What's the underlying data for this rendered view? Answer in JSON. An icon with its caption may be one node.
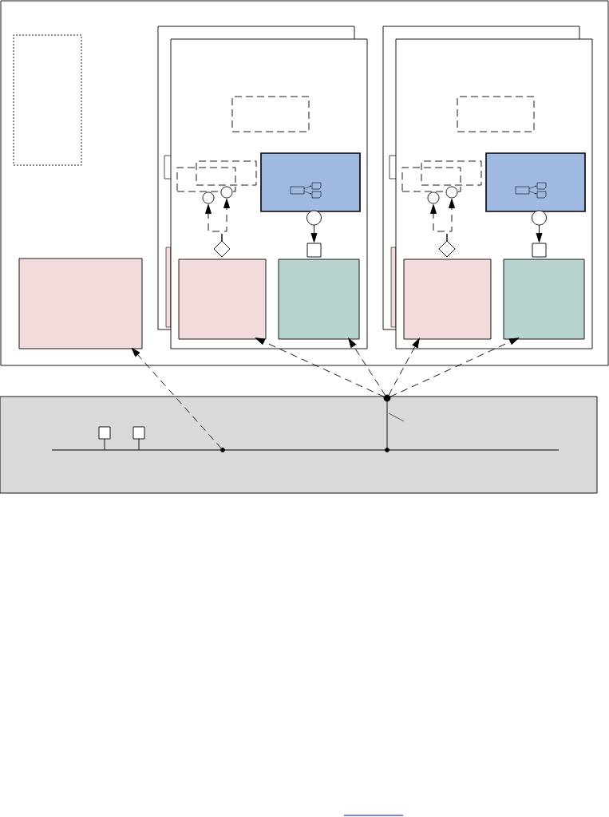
{
  "diagram": {
    "nodes": [
      {
        "text": [],
        "shape": "box"
      },
      {
        "text": [],
        "shape": "box",
        "in": 0
      },
      {
        "text": [],
        "shape": "box",
        "in": 0
      },
      {
        "text": [],
        "shape": "box",
        "in": 2
      },
      {
        "text": [],
        "shape": "box",
        "in": 2
      },
      {
        "text": [],
        "shape": "box",
        "in": 2
      },
      {
        "text": [],
        "shape": "circle",
        "in": 2
      },
      {
        "text": [],
        "shape": "circle",
        "in": 2
      },
      {
        "text": [],
        "shape": "box",
        "in": 2
      },
      {
        "text": [],
        "shape": "circle",
        "in": 2
      },
      {
        "text": [],
        "shape": "diamond",
        "in": 2
      },
      {
        "text": [],
        "shape": "box",
        "in": 2
      },
      {
        "text": [],
        "shape": "box",
        "in": 2
      },
      {
        "text": [],
        "shape": "box",
        "in": 2
      },
      {
        "text": [],
        "shape": "box",
        "in": 0
      },
      {
        "text": [],
        "shape": "box",
        "in": 14
      },
      {
        "text": [],
        "shape": "box",
        "in": 14
      },
      {
        "text": [],
        "shape": "box",
        "in": 14
      },
      {
        "text": [],
        "shape": "circle",
        "in": 14
      },
      {
        "text": [],
        "shape": "circle",
        "in": 14
      },
      {
        "text": [],
        "shape": "box",
        "in": 14
      },
      {
        "text": [],
        "shape": "circle",
        "in": 14
      },
      {
        "text": [],
        "shape": "diamond",
        "in": 14
      },
      {
        "text": [],
        "shape": "box",
        "in": 14
      },
      {
        "text": [],
        "shape": "box",
        "in": 14
      },
      {
        "text": [],
        "shape": "box",
        "in": 14
      },
      {
        "text": [],
        "shape": "box",
        "in": 0
      },
      {
        "text": [],
        "shape": "box"
      },
      {
        "text": [],
        "shape": "box",
        "in": 27
      },
      {
        "text": [],
        "shape": "box",
        "in": 27
      },
      {
        "text": [],
        "shape": "circle",
        "in": 33
      },
      {
        "text": [],
        "shape": "circle",
        "in": 27
      },
      {
        "text": [],
        "shape": "circle",
        "in": 33
      },
      {
        "text": [],
        "shape": "bar",
        "in": 27
      }
    ],
    "edges": [
      {
        "from": 10,
        "to": 6,
        "arrow": "to",
        "style": "dashed"
      },
      {
        "from": 10,
        "to": 7,
        "arrow": "to",
        "style": "dashed"
      },
      {
        "from": 9,
        "to": 11,
        "arrow": "to"
      },
      {
        "from": 22,
        "to": 18,
        "arrow": "to",
        "style": "dashed"
      },
      {
        "from": 22,
        "to": 19,
        "arrow": "to",
        "style": "dashed"
      },
      {
        "from": 21,
        "to": 23,
        "arrow": "to"
      },
      {
        "from": 30,
        "to": 26,
        "arrow": "to",
        "style": "dashed"
      },
      {
        "from": 31,
        "to": 12,
        "arrow": "to",
        "style": "dashed"
      },
      {
        "from": 31,
        "to": 13,
        "arrow": "to",
        "style": "dashed"
      },
      {
        "from": 31,
        "to": 24,
        "arrow": "to",
        "style": "dashed"
      },
      {
        "from": 31,
        "to": 25,
        "arrow": "to",
        "style": "dashed"
      },
      {
        "from": 32,
        "to": 31,
        "arrow": "none"
      },
      {
        "from": 28,
        "to": 33,
        "arrow": "none"
      },
      {
        "from": 29,
        "to": 33,
        "arrow": "none"
      }
    ]
  }
}
